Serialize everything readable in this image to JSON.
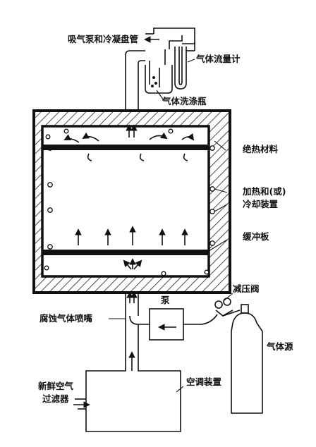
{
  "labels": {
    "pump_condenser": "吸气泵和冷凝盘管",
    "flowmeter": "气体流量计",
    "wash_bottle": "气体洗涤瓶",
    "insulation": "绝热材料",
    "heat_cool_line1": "加热和(或)",
    "heat_cool_line2": "冷却装置",
    "baffle": "缓冲板",
    "pressure_valve": "减压阀",
    "pump": "泵",
    "gas_nozzle": "腐蚀气体喷嘴",
    "gas_source": "气体源",
    "fresh_air_line1": "新鲜空气",
    "fresh_air_line2": "过滤器",
    "ac_unit": "空调装置"
  },
  "colors": {
    "ink": "#111111",
    "paper": "#ffffff"
  }
}
